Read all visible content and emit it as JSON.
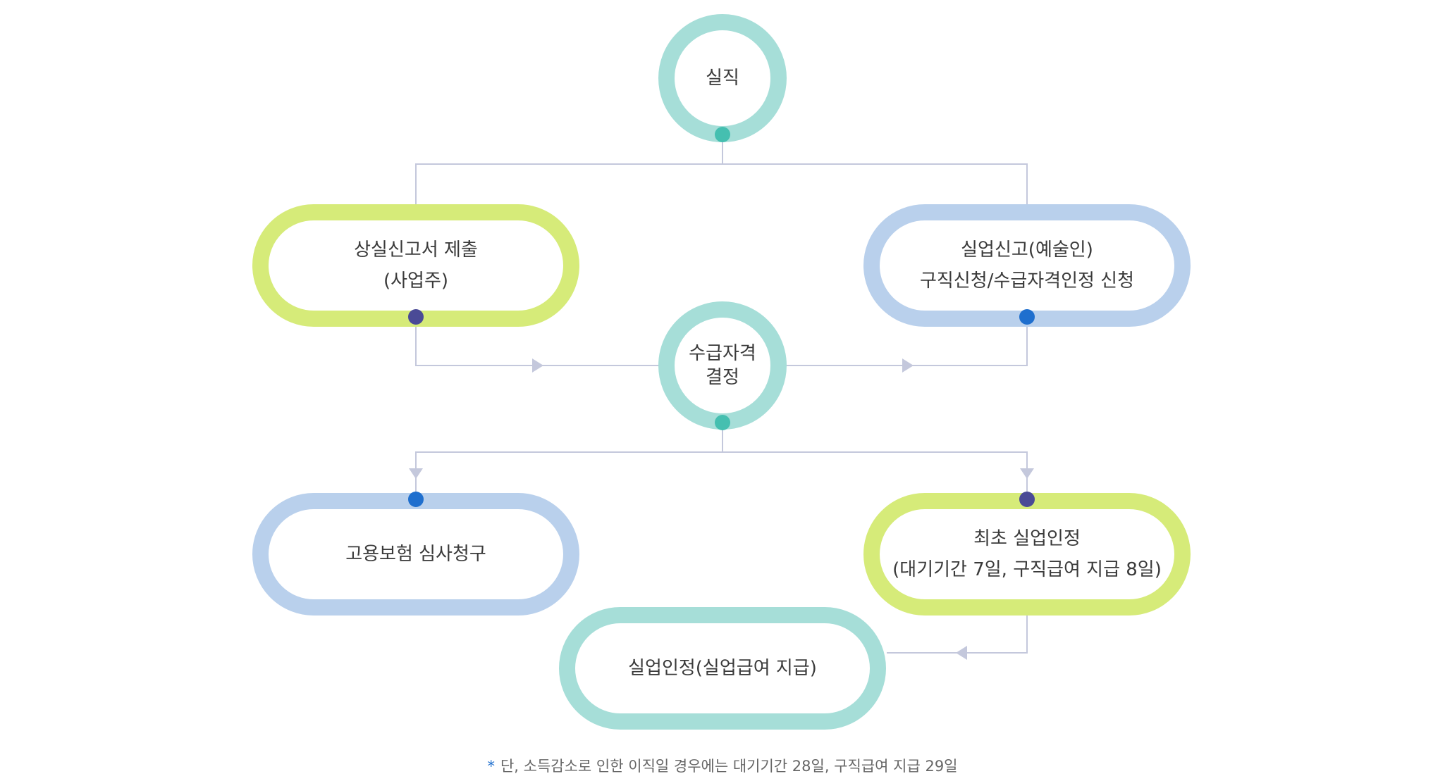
{
  "nodes": {
    "loss": {
      "lines": [
        "실직"
      ]
    },
    "report": {
      "lines": [
        "상실신고서 제출",
        "(사업주)"
      ]
    },
    "apply": {
      "lines": [
        "실업신고(예술인)",
        "구직신청/수급자격인정 신청"
      ]
    },
    "qualify": {
      "lines": [
        "수급자격",
        "결정"
      ]
    },
    "review": {
      "lines": [
        "고용보험 심사청구"
      ]
    },
    "first": {
      "lines": [
        "최초 실업인정",
        "(대기기간 7일, 구직급여 지급 8일)"
      ]
    },
    "benefit": {
      "lines": [
        "실업인정(실업급여 지급)"
      ]
    }
  },
  "footnote": {
    "marker": "*",
    "text": "단, 소득감소로 인한 이직일 경우에는 대기기간 28일, 구직급여 지급 29일"
  },
  "colors": {
    "teal_ring": "#a6ded8",
    "green_ring": "#d6eb79",
    "blue_ring": "#b9d0ec",
    "teal_dot": "#45bfb0",
    "navy_dot": "#4a4a96",
    "blue_dot": "#1f6fce",
    "connector": "#c4c8dc"
  }
}
